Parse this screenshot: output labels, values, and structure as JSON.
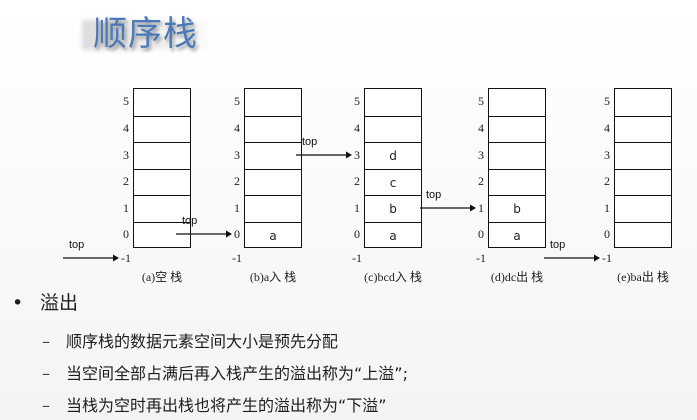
{
  "title": "顺序栈",
  "indices": [
    "5",
    "4",
    "3",
    "2",
    "1",
    "0",
    "-1"
  ],
  "pointer_label": "top",
  "stacks": [
    {
      "caption": "(a)空 栈",
      "cells": [
        "",
        "",
        "",
        "",
        "",
        ""
      ],
      "top": "-1"
    },
    {
      "caption": "(b)a入 栈",
      "cells": [
        "",
        "",
        "",
        "",
        "",
        "a"
      ],
      "top": "0"
    },
    {
      "caption": "(c)bcd入 栈",
      "cells": [
        "",
        "",
        "d",
        "c",
        "b",
        "a"
      ],
      "top": "3"
    },
    {
      "caption": "(d)dc出 栈",
      "cells": [
        "",
        "",
        "",
        "",
        "b",
        "a"
      ],
      "top": "1"
    },
    {
      "caption": "(e)ba出 栈",
      "cells": [
        "",
        "",
        "",
        "",
        "",
        ""
      ],
      "top": "-1"
    }
  ],
  "bullets": {
    "heading": "溢出",
    "items": [
      "顺序栈的数据元素空间大小是预先分配",
      "当空间全部占满后再入栈产生的溢出称为“上溢”;",
      "当栈为空时再出栈也将产生的溢出称为“下溢”"
    ]
  }
}
